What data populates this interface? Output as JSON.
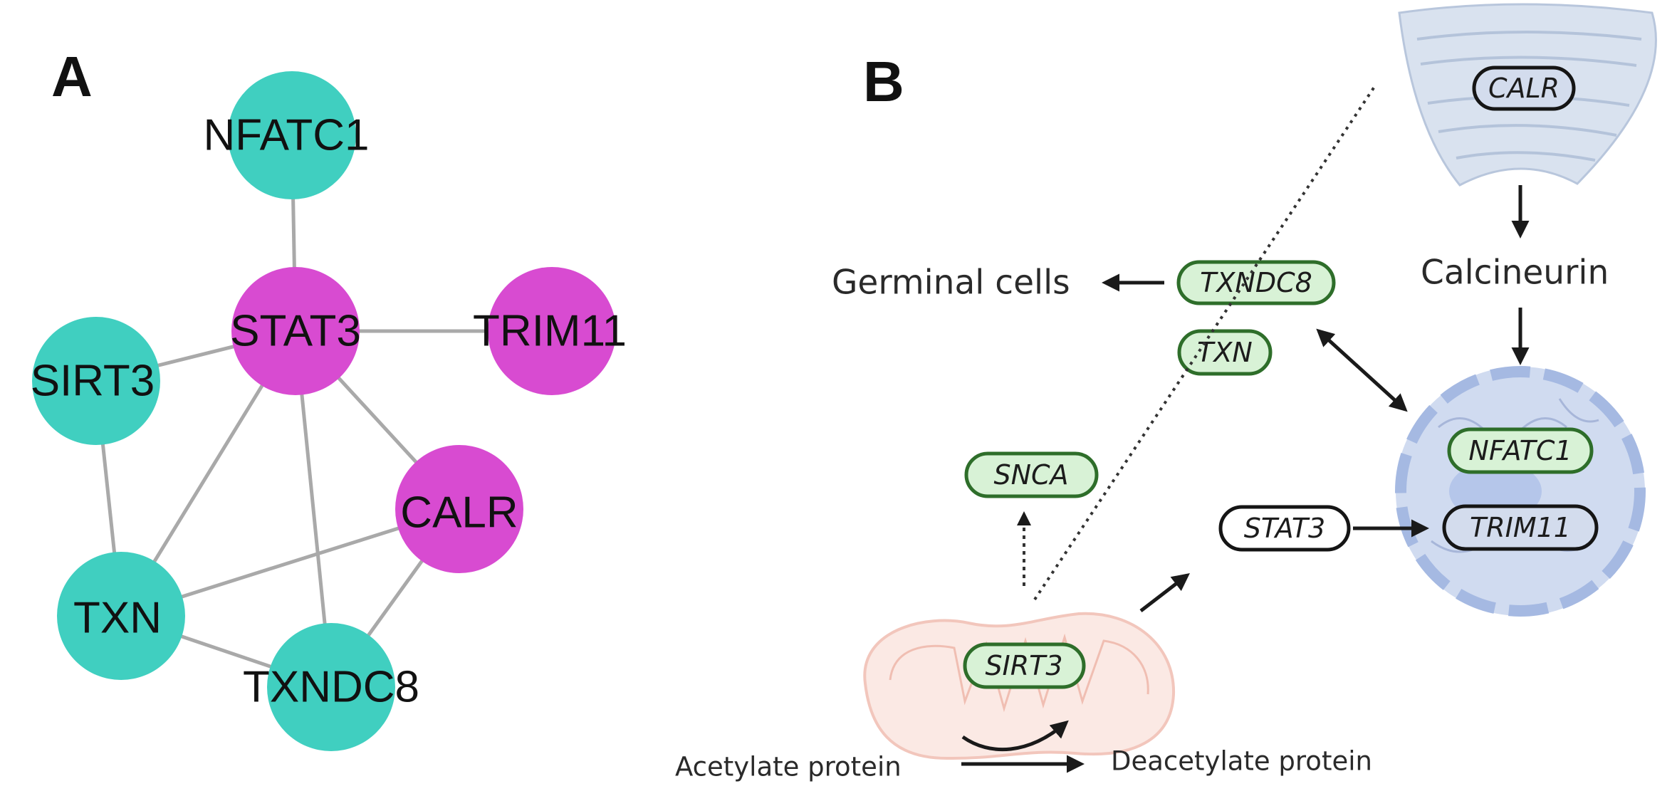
{
  "panel_a": {
    "letter": "A",
    "colors": {
      "teal": "#40cfc0",
      "magenta": "#d84bd1",
      "edge": "#a9a9a9"
    },
    "nodes": {
      "nfatc1": {
        "label": "NFATC1",
        "color": "teal"
      },
      "stat3": {
        "label": "STAT3",
        "color": "magenta"
      },
      "trim11": {
        "label": "TRIM11",
        "color": "magenta"
      },
      "sirt3": {
        "label": "SIRT3",
        "color": "teal"
      },
      "calr": {
        "label": "CALR",
        "color": "magenta"
      },
      "txn": {
        "label": "TXN",
        "color": "teal"
      },
      "txndc8": {
        "label": "TXNDC8",
        "color": "teal"
      }
    },
    "edges": [
      [
        "nfatc1",
        "stat3"
      ],
      [
        "stat3",
        "trim11"
      ],
      [
        "stat3",
        "sirt3"
      ],
      [
        "stat3",
        "calr"
      ],
      [
        "stat3",
        "txn"
      ],
      [
        "stat3",
        "txndc8"
      ],
      [
        "sirt3",
        "txn"
      ],
      [
        "txn",
        "calr"
      ],
      [
        "txn",
        "txndc8"
      ],
      [
        "calr",
        "txndc8"
      ]
    ]
  },
  "panel_b": {
    "letter": "B",
    "genes": {
      "calr": "CALR",
      "txndc8": "TXNDC8",
      "txn": "TXN",
      "snca": "SNCA",
      "nfatc1": "NFATC1",
      "stat3": "STAT3",
      "trim11": "TRIM11",
      "sirt3": "SIRT3"
    },
    "labels": {
      "germinal_cells": "Germinal cells",
      "calcineurin": "Calcineurin",
      "acetylate_protein": "Acetylate protein",
      "deacetylate_protein": "Deacetylate protein"
    },
    "organelles": [
      "endoplasmic-reticulum",
      "nucleus",
      "mitochondrion"
    ],
    "colors": {
      "gene_fill": "#d8f2d6",
      "gene_stroke": "#2e6e2a",
      "er": "#d9e2ef",
      "nucleus": "#cfdaf0",
      "mito_fill": "#fbe9e4",
      "mito_stroke": "#f2c6bc"
    }
  }
}
